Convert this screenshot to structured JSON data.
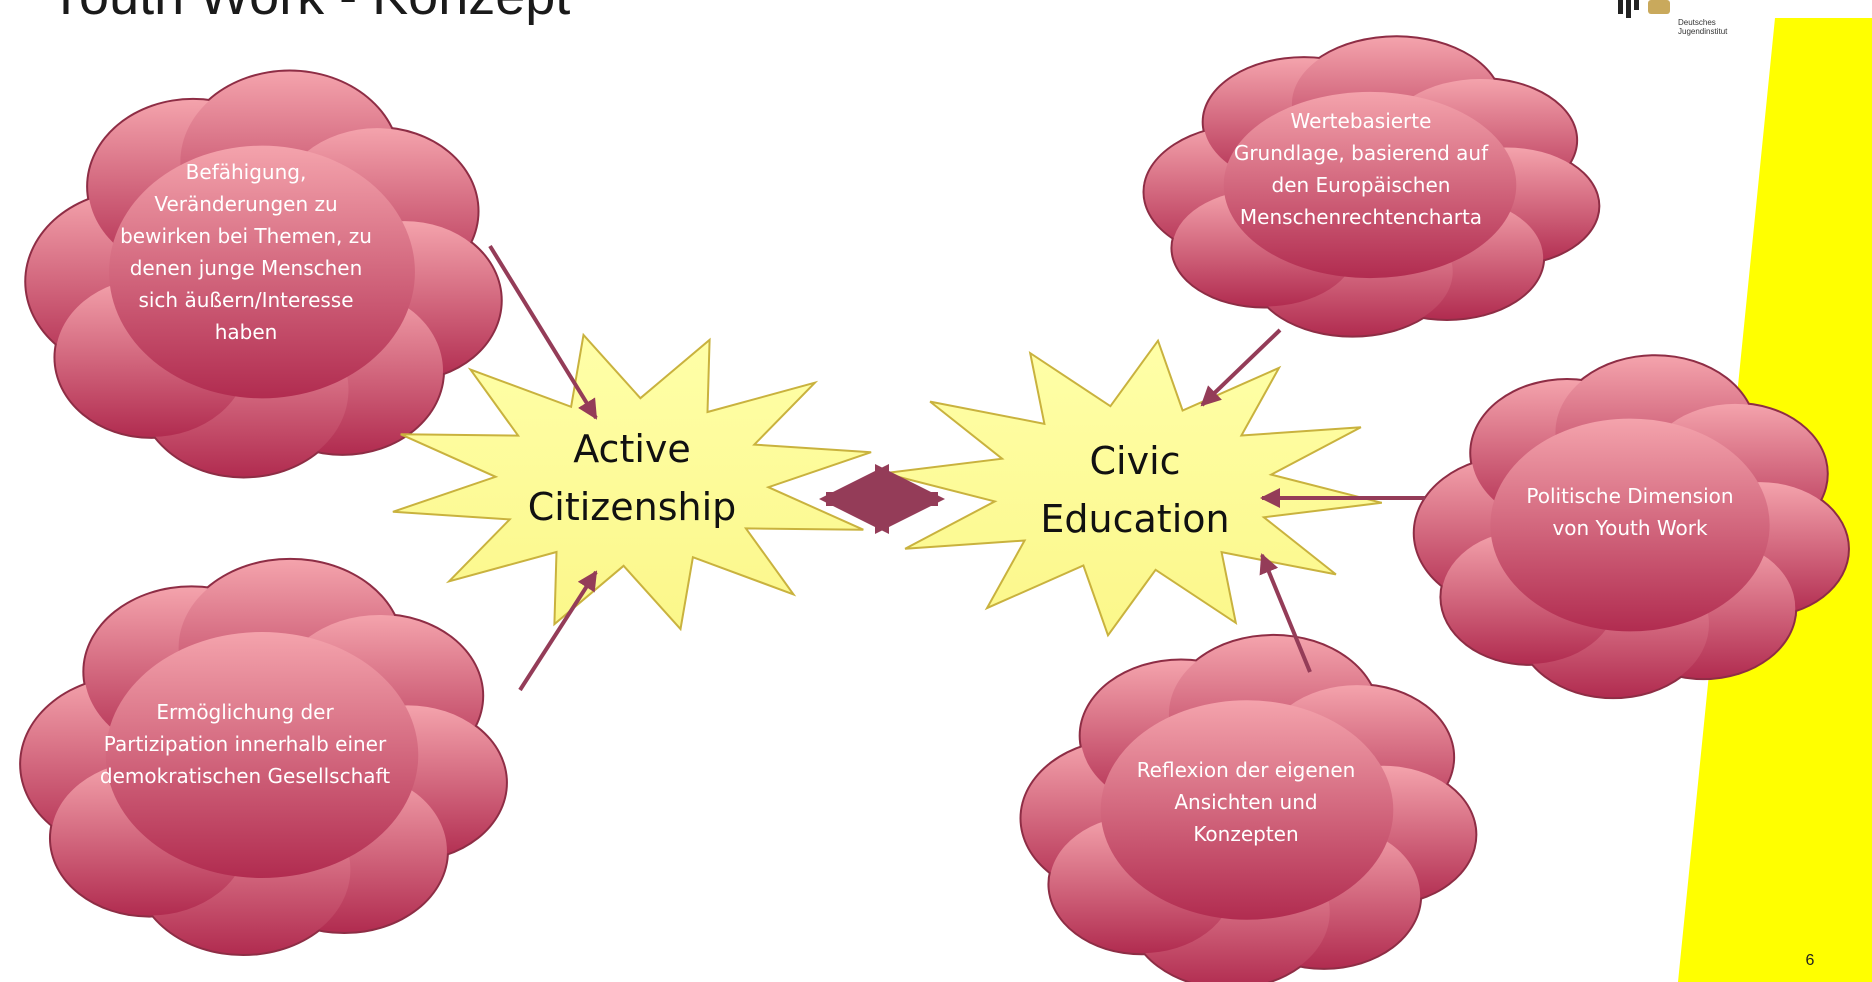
{
  "slide": {
    "title": "Youth Work - Konzept",
    "page_number": "6",
    "logo": {
      "mark": "DJI",
      "line1": "Deutsches",
      "line2": "Jugendinstitut"
    }
  },
  "diagram": {
    "colors": {
      "cloud_top": "#f4a3ac",
      "cloud_bottom": "#b12c50",
      "cloud_outline": "#8e2d45",
      "star_fill": "#ffff99",
      "star_outline": "#c9b23e",
      "arrow": "#943c58",
      "accent_band": "#ffff00"
    },
    "hubs": {
      "active": "Active\nCitizenship",
      "civic": "Civic\nEducation"
    },
    "clouds": {
      "befaehigung": "Befähigung,\nVeränderungen zu\nbewirken bei Themen, zu\ndenen junge Menschen\nsich äußern/Interesse\nhaben",
      "ermoeglichung": "Ermöglichung der\nPartizipation innerhalb einer\ndemokratischen Gesellschaft",
      "wertebasierte": "Wertebasierte\nGrundlage, basierend auf\nden Europäischen\nMenschenrechtencharta",
      "politische": "Politische Dimension\nvon Youth Work",
      "reflexion": "Reflexion der eigenen\nAnsichten und\nKonzepten"
    }
  }
}
